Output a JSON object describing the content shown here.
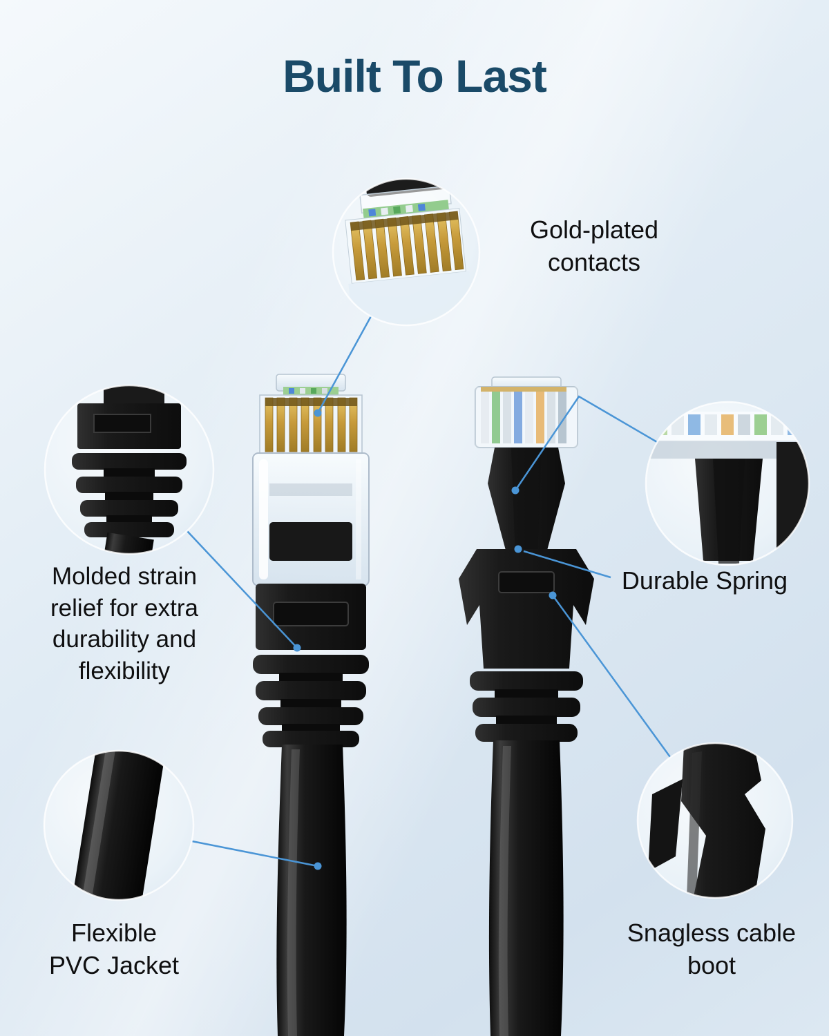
{
  "title": "Built To Last",
  "colors": {
    "title_color": "#1a4a68",
    "accent": "#4a95d6",
    "text_color": "#0f0f10",
    "bg_top": "#f5f9fc",
    "bg_mid": "#e0ebf4",
    "bg_bottom": "#d3e1ee"
  },
  "callouts": {
    "gold": {
      "label": "Gold-plated\ncontacts"
    },
    "strain": {
      "label": "Molded strain\nrelief for extra\ndurability and\nflexibility"
    },
    "spring": {
      "label": "Durable Spring"
    },
    "jacket": {
      "label": "Flexible\nPVC Jacket"
    },
    "boot": {
      "label": "Snagless cable\nboot"
    }
  }
}
